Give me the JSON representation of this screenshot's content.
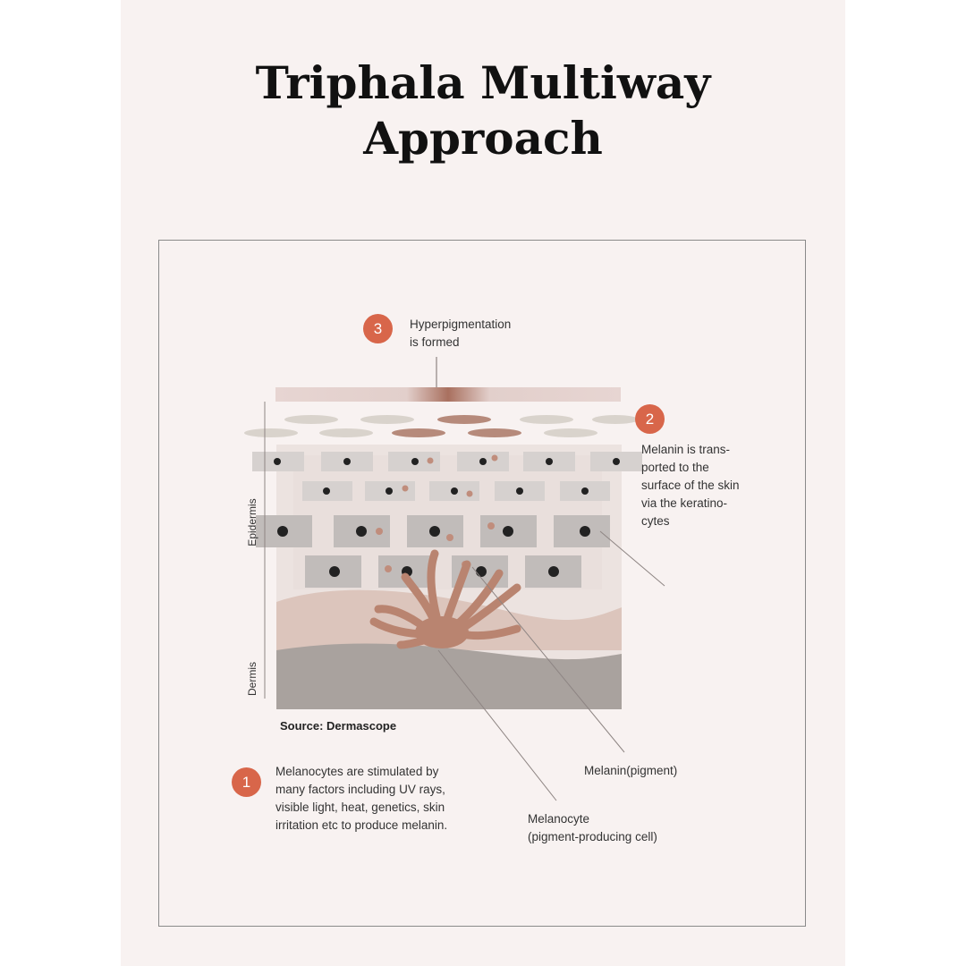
{
  "title": {
    "line1": "Triphala Multiway",
    "line2": "Approach"
  },
  "steps": [
    {
      "number": "3",
      "lines": [
        "Hyperpigmentation",
        "is formed"
      ]
    },
    {
      "number": "2",
      "lines": [
        "Melanin is trans-",
        "ported to the",
        "surface of the skin",
        "via the keratino-",
        "cytes"
      ]
    },
    {
      "number": "1",
      "lines": [
        "Melanocytes are stimulated by",
        "many factors including UV rays,",
        "visible light, heat, genetics, skin",
        "irritation etc to produce melanin."
      ]
    }
  ],
  "layers": {
    "epidermis": "Epidermis",
    "dermis": "Dermis"
  },
  "source": "Source: Dermascope",
  "labels": {
    "melanin": "Melanin(pigment)",
    "melanocyte_line1": "Melanocyte",
    "melanocyte_line2": "(pigment-producing cell)"
  },
  "colors": {
    "accent": "#d8664a",
    "dermis": "#a9a29e",
    "epidermis_base": "#d6c4bc",
    "cell": "#c9c5c3",
    "melanocyte": "#b98470"
  }
}
